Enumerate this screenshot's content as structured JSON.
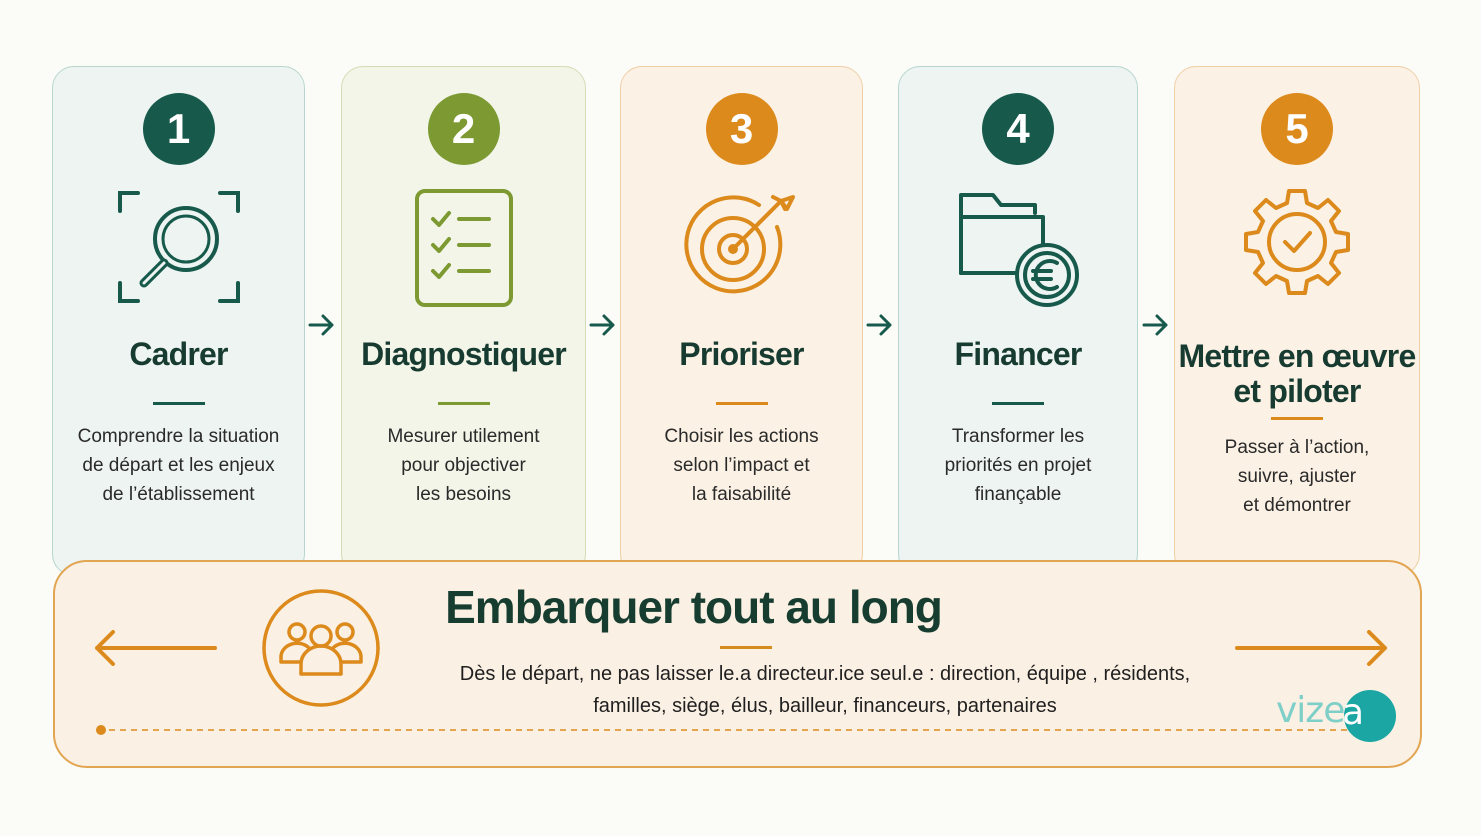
{
  "steps": [
    {
      "number": "1",
      "title": "Cadrer",
      "description": "Comprendre la situation\nde départ et les enjeux\nde l’établissement",
      "color": "#175a4c",
      "icon": "magnifier-scan-icon"
    },
    {
      "number": "2",
      "title": "Diagnostiquer",
      "description": "Mesurer utilement\npour objectiver\nles besoins",
      "color": "#7d9a32",
      "icon": "checklist-icon"
    },
    {
      "number": "3",
      "title": "Prioriser",
      "description": "Choisir les actions\nselon l’impact et\nla faisabilité",
      "color": "#dc8a1c",
      "icon": "target-arrow-icon"
    },
    {
      "number": "4",
      "title": "Financer",
      "description": "Transformer les\npriorités en projet\nfinançable",
      "color": "#175a4c",
      "icon": "folder-euro-icon"
    },
    {
      "number": "5",
      "title": "Mettre en œuvre\net piloter",
      "description": "Passer à l’action,\nsuivre, ajuster\net démontrer",
      "color": "#dc8a1c",
      "icon": "gear-check-icon"
    }
  ],
  "banner": {
    "title": "Embarquer tout au long",
    "description": "Dès le départ, ne pas laisser le.a directeur.ice seul.e : direction, équipe , résidents,\nfamilles, siège, élus, bailleur, financeurs, partenaires",
    "icon": "people-group-icon",
    "accent": "#dc8a1c"
  },
  "logo": {
    "text": "vize",
    "badge_letter": "a"
  }
}
